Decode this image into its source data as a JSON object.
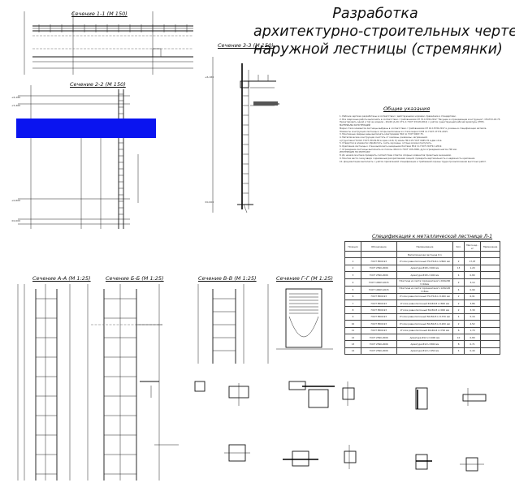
{
  "title": {
    "line1": "Разработка",
    "line2": "архитектурно-строительных чертежей",
    "line3": "наружной лестницы (стремянки)"
  },
  "sections": {
    "s11": "Сечение 1-1 (М 150)",
    "s22": "Сечение 2-2 (М 150)",
    "s33": "Сечение 3-3 (М 150)",
    "sAA": "Сечение А-А (М 1:25)",
    "sBB": "Сечение Б-Б (М 1:25)",
    "sVV": "Сечение В-В (М 1:25)",
    "sGG": "Сечение Г-Г (М 1:25)"
  },
  "general": {
    "title": "Общие указания",
    "notes": [
      "1. Рабочие чертежи разработаны в соответствии с действующими нормами, правилами и стандартами.",
      "2. Все сварочные работы выполнять в соответствии с требованиями СП 70.13330.2012 \"Несущие и ограждающие конструкции\", СНиП III-18-75.",
      "Проектировать одной и той же модели - 20x20 (А-20; СТ1-2; ГОСТ 23118-2012) с учётом существующей рабочей арматуры (ППР).",
      "МАТЕРИАЛЫ КОНСТРУКЦИЙ",
      "Марки стали элементов лестницы выбраны в соответствии с требованиями СП 16.13330.2017 и указаны в спецификации металла.",
      "Элементы конструкции лестницы и опоры выполнены из стали марки С245 по ГОСТ 27772-2015.",
      "3. Монтажные сварные швы выполнять электродами Э42 по ГОСТ 9467-75.",
      "4. Металлические конструкции очистить от окалины, ржавчины, загрязнений.",
      "а) Грунтовка ГФ-021 ГОСТ 25129-82 в один слой; б) эмаль ПФ-115 ГОСТ 6465-76 в два слоя.",
      "5. Отверстия в элементах обработать, снять заусенцы; острые кромки притупить.",
      "6. Крепление лестницы к стене выполнить анкерными болтами М12 по ГОСТ 24379.1-2012.",
      "7. Ограждение лестницы выполнить из полосы 40x4 по ГОСТ 103-2006, дуги ограждения шагом 700 мм.",
      "ИНСТРУКЦИЯ ПО МОНТАЖУ",
      "8. До начала монтажа проверить соответствие отметок опорных элементов проектным значениям.",
      "9. Монтаж вести снизу вверх с временным раскреплением секций; проверить вертикальность и надёжность крепления.",
      "10. Документацию выполнить с учётом прилагаемой спецификации и требований охраны труда при выполнении высотных работ."
    ]
  },
  "spec": {
    "title": "Спецификация к металлической лестнице Л-1",
    "headers": [
      "Позиция",
      "Обозначение",
      "Наименование",
      "Кол.",
      "Масса ед., кг",
      "Примечание"
    ],
    "group": "Металлическая лестница Л-1",
    "rows": [
      [
        "1",
        "ГОСТ 8509-93",
        "Уголок равнополочный 75х75х6 L=2600 мм",
        "2",
        "17,97"
      ],
      [
        "2",
        "ГОСТ 2590-2006",
        "Арматура Ø18 L=600 мм",
        "13",
        "1,20"
      ],
      [
        "3",
        "ГОСТ 2590-2006",
        "Арматура Ø18 L=400 мм",
        "4",
        "0,80"
      ],
      [
        "4",
        "ГОСТ 19903-2015",
        "Пластина из листа горячекатаного 200х200 t=10мм",
        "2",
        "3,14"
      ],
      [
        "5",
        "ГОСТ 19903-2015",
        "Пластина из листа горячекатаного 120х120 t=8мм",
        "4",
        "0,90"
      ],
      [
        "6",
        "ГОСТ 8509-93",
        "Уголок равнополочный 75х75х6 L=1000 мм",
        "2",
        "6,91"
      ],
      [
        "7",
        "ГОСТ 8509-93",
        "Уголок равнополочный 63х63х5 L=800 мм",
        "2",
        "3,86"
      ],
      [
        "8",
        "ГОСТ 8509-93",
        "Уголок равнополочный 50х50х5 L=900 мм",
        "2",
        "3,39"
      ],
      [
        "9",
        "ГОСТ 8509-93",
        "Уголок равнополочный 50х50х5 L=1370 мм",
        "4",
        "5,16"
      ],
      [
        "10",
        "ГОСТ 8509-93",
        "Уголок равнополочный 50х50х5 L=1200 мм",
        "2",
        "4,52"
      ],
      [
        "11",
        "ГОСТ 8509-93",
        "Уголок равнополочный 40х40х4 L=700 мм",
        "6",
        "1,70"
      ],
      [
        "12",
        "ГОСТ 2590-2006",
        "Арматура Ø12 L=1000 мм",
        "10",
        "0,89"
      ],
      [
        "13",
        "ГОСТ 2590-2006",
        "Арматура Ø12 L=800 мм",
        "8",
        "0,71"
      ],
      [
        "14",
        "ГОСТ 2590-2006",
        "Арматура Ø12 L=450 мм",
        "4",
        "0,40"
      ]
    ]
  },
  "colors": {
    "highlight": "#0a14f0"
  }
}
